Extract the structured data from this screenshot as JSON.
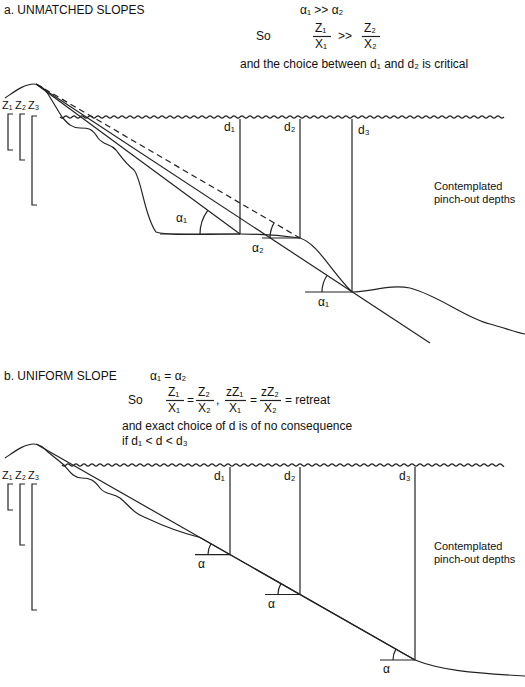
{
  "diagram": {
    "labels": [
      "a. UNMATCHED SLOPES",
      "α₁ >> α₂",
      "So",
      "Z₁",
      "X₁",
      ">>",
      "Z₂",
      "X₂",
      "and the choice between d₁ and d₂ is critical",
      "Z₁",
      "Z₂",
      "Z₃",
      "d₁",
      "d₂",
      "d₃",
      "Contemplated pinch-out depths",
      "α₁",
      "α₂",
      "α₁",
      "b. UNIFORM SLOPE",
      "α₁ = α₂",
      "So",
      "Z₁",
      "X₁",
      "=",
      "Z₂",
      "X₂",
      ",",
      "zZ₁",
      "X₁",
      "=",
      "zZ₂",
      "X₂",
      "= retreat",
      "and exact choice of d is of no consequence",
      "if d₁ < d < d₃",
      "Z₁",
      "Z₂",
      "Z₃",
      "d₁",
      "d₂",
      "d₃",
      "Contemplated pinch-out depths",
      "α",
      "α",
      "α"
    ]
  }
}
